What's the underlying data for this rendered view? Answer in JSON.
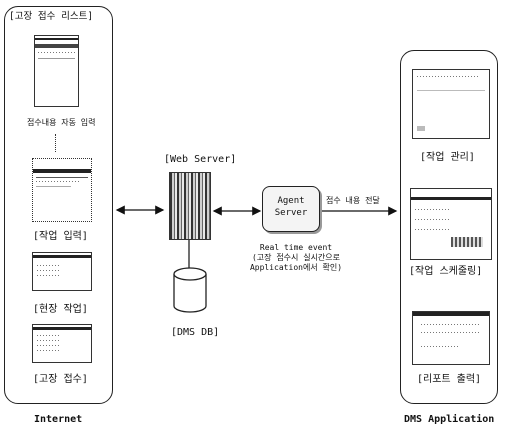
{
  "left_panel": {
    "title": "[고장 접수 리스트]",
    "caption_auto": "접수내용 자동 입력",
    "label_work_input": "[작업 입력]",
    "label_field_work": "[현장 작업]",
    "label_fault_receipt": "[고장 접수]",
    "footer": "Internet"
  },
  "center": {
    "web_server_label": "[Web Server]",
    "db_label": "[DMS DB]",
    "agent_server_label": "Agent\nServer",
    "realtime_note": "Real time event\n(고장 접수시 실시간으로\nApplication에서 확인)",
    "arrow_label": "접수 내용 전달"
  },
  "right_panel": {
    "label_work_mgmt": "[작업 관리]",
    "label_work_schedule": "[작업 스케줄링]",
    "label_report": "[리포트 출력]",
    "footer": "DMS Application"
  }
}
